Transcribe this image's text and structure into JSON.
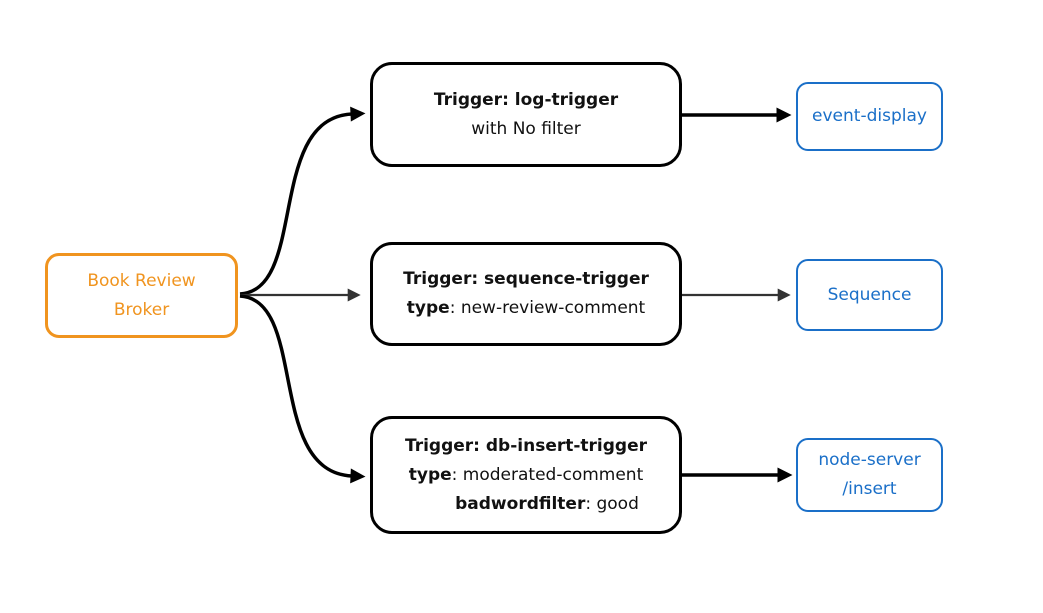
{
  "colors": {
    "orange": "#F0941F",
    "blue": "#1A6FC8",
    "edge_black": "#000000",
    "edge_gray": "#333333"
  },
  "broker": {
    "lines": [
      "Book Review",
      "Broker"
    ]
  },
  "triggers": [
    {
      "title": "Trigger: log-trigger",
      "line2_bold": "",
      "line2_text": "with No filter"
    },
    {
      "title": "Trigger: sequence-trigger",
      "line2_bold": "type",
      "line2_text": ": new-review-comment"
    },
    {
      "title": "Trigger: db-insert-trigger",
      "line2_bold": "type",
      "line2_text": ": moderated-comment",
      "line3_bold": "badwordfilter",
      "line3_text": ": good"
    }
  ],
  "targets": [
    {
      "lines": [
        "event-display"
      ]
    },
    {
      "lines": [
        "Sequence"
      ]
    },
    {
      "lines": [
        "node-server",
        "/insert"
      ]
    }
  ]
}
